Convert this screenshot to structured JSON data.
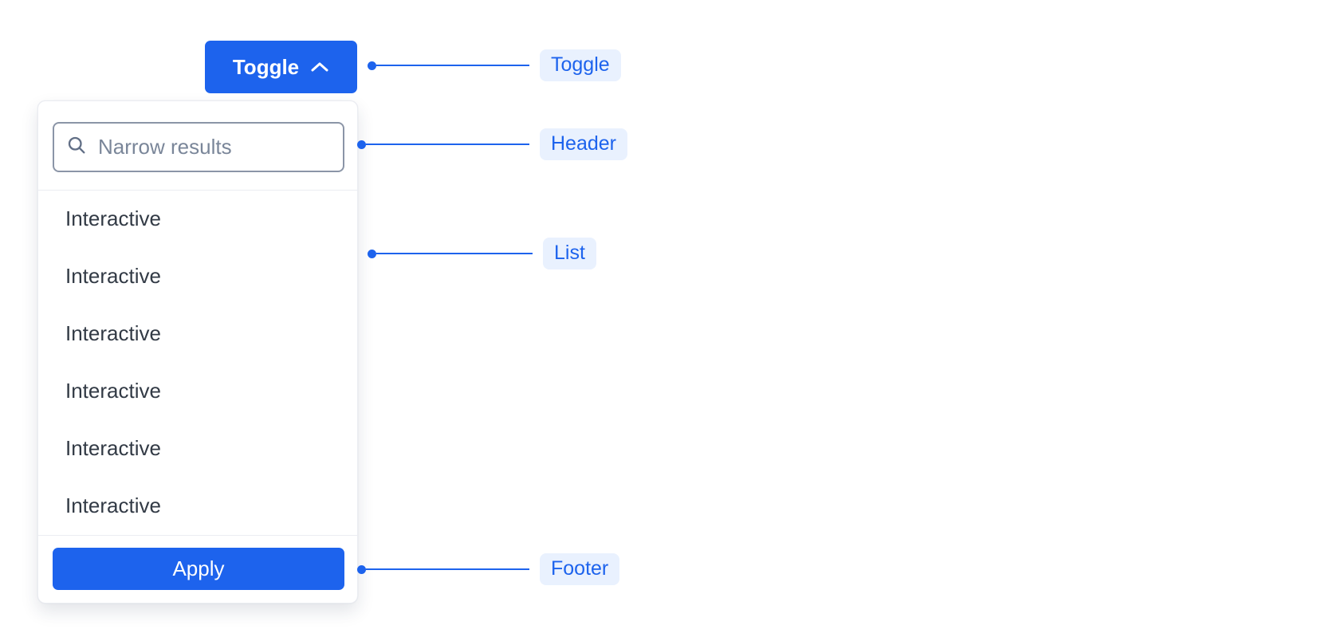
{
  "colors": {
    "accent": "#1d63ed",
    "pill_bg": "#e9f1fe"
  },
  "toggle": {
    "label": "Toggle"
  },
  "dropdown": {
    "search": {
      "placeholder": "Narrow results"
    },
    "items": [
      "Interactive",
      "Interactive",
      "Interactive",
      "Interactive",
      "Interactive",
      "Interactive"
    ],
    "apply_label": "Apply"
  },
  "annotations": [
    {
      "label": "Toggle"
    },
    {
      "label": "Header"
    },
    {
      "label": "List"
    },
    {
      "label": "Footer"
    }
  ]
}
